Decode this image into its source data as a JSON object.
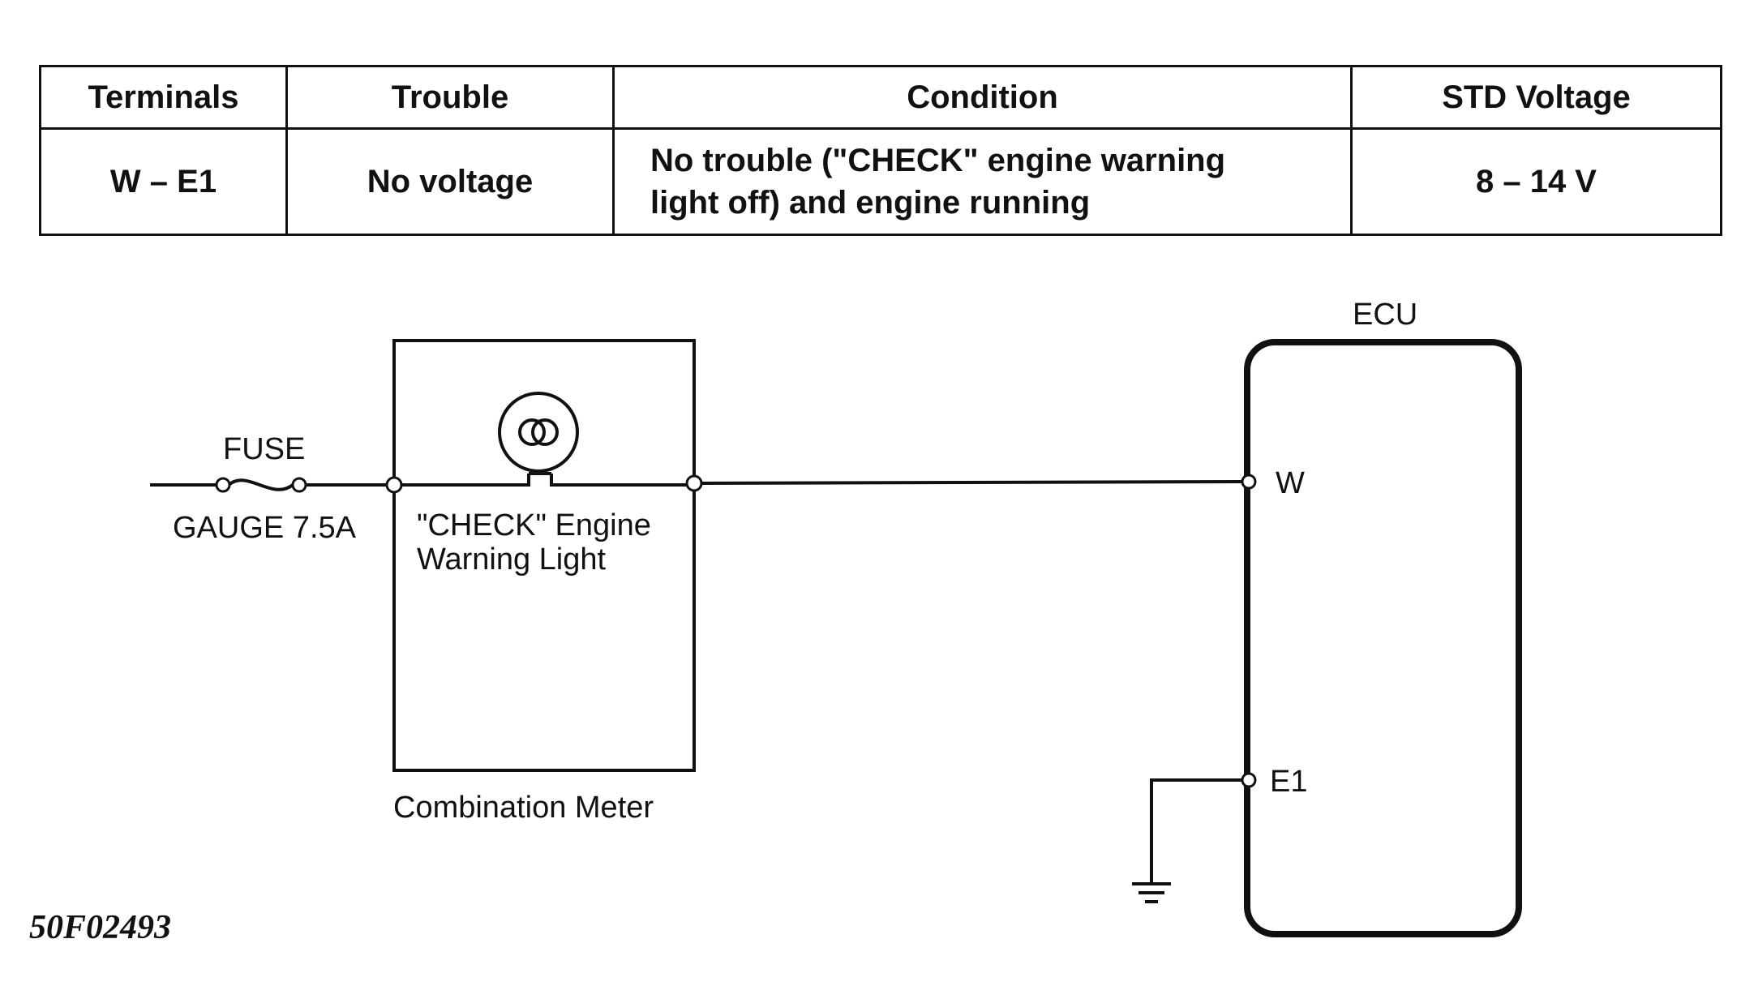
{
  "table": {
    "headers": [
      "Terminals",
      "Trouble",
      "Condition",
      "STD Voltage"
    ],
    "row": {
      "terminals": "W – E1",
      "trouble": "No voltage",
      "condition_line1": "No trouble (\"CHECK\" engine warning",
      "condition_line2": "light off) and engine running",
      "std_voltage": "8 – 14 V"
    }
  },
  "diagram": {
    "fuse_label": "FUSE",
    "fuse_rating": "GAUGE 7.5A",
    "lamp_label_line1": "\"CHECK\" Engine",
    "lamp_label_line2": "Warning Light",
    "meter_label": "Combination Meter",
    "ecu_label": "ECU",
    "terminal_w": "W",
    "terminal_e1": "E1"
  },
  "figure_id": "50F02493"
}
